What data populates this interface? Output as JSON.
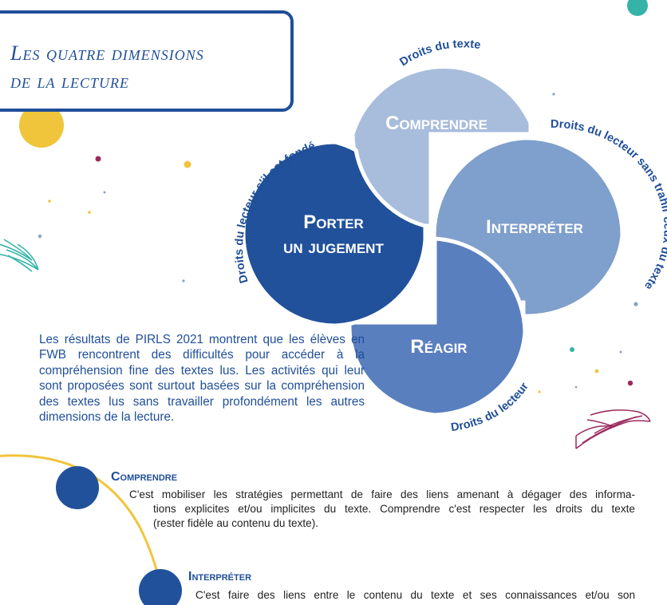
{
  "title": {
    "line1": "Les quatre dimensions",
    "line2": "de la lecture"
  },
  "dimensions": [
    {
      "label": "Comprendre",
      "rights": "Droits du texte",
      "color": "#a8bcdc"
    },
    {
      "label_lines": [
        "Interpréter"
      ],
      "rights": "Droits du lecteur sans trahir ceux du texte",
      "color": "#7f9fcc"
    },
    {
      "label": "Réagir",
      "rights": "Droits du lecteur",
      "color": "#5a7fbe"
    },
    {
      "label_lines": [
        "Porter",
        "un jugement"
      ],
      "rights": "Droits du lecteur s'il est fondé",
      "color": "#21519b"
    }
  ],
  "intro_text": "Les résultats de PIRLS 2021 montrent que les élèves en FWB rencontrent des difficultés pour accéder à la compréhension fine des textes lus. Les activités qui leur sont proposées sont surtout basées sur la compréhension des textes lus sans travailler profondément les autres dimensions de la lecture.",
  "sections": [
    {
      "title": "Comprendre",
      "lines": [
        "C'est mobiliser les stratégies permettant de faire des liens amenant à dégager des informa-",
        "tions explicites et/ou implicites du texte. Comprendre c'est respecter les droits du texte",
        "(rester fidèle au contenu du texte)."
      ]
    },
    {
      "title": "Interpréter",
      "lines": [
        "C'est faire des liens entre le contenu du texte et ses connaissances et/ou son"
      ]
    }
  ],
  "colors": {
    "primary": "#1f4e99",
    "accent_yellow": "#f0c53c",
    "accent_teal": "#36b3a8",
    "accent_plum": "#9b2a5e"
  }
}
